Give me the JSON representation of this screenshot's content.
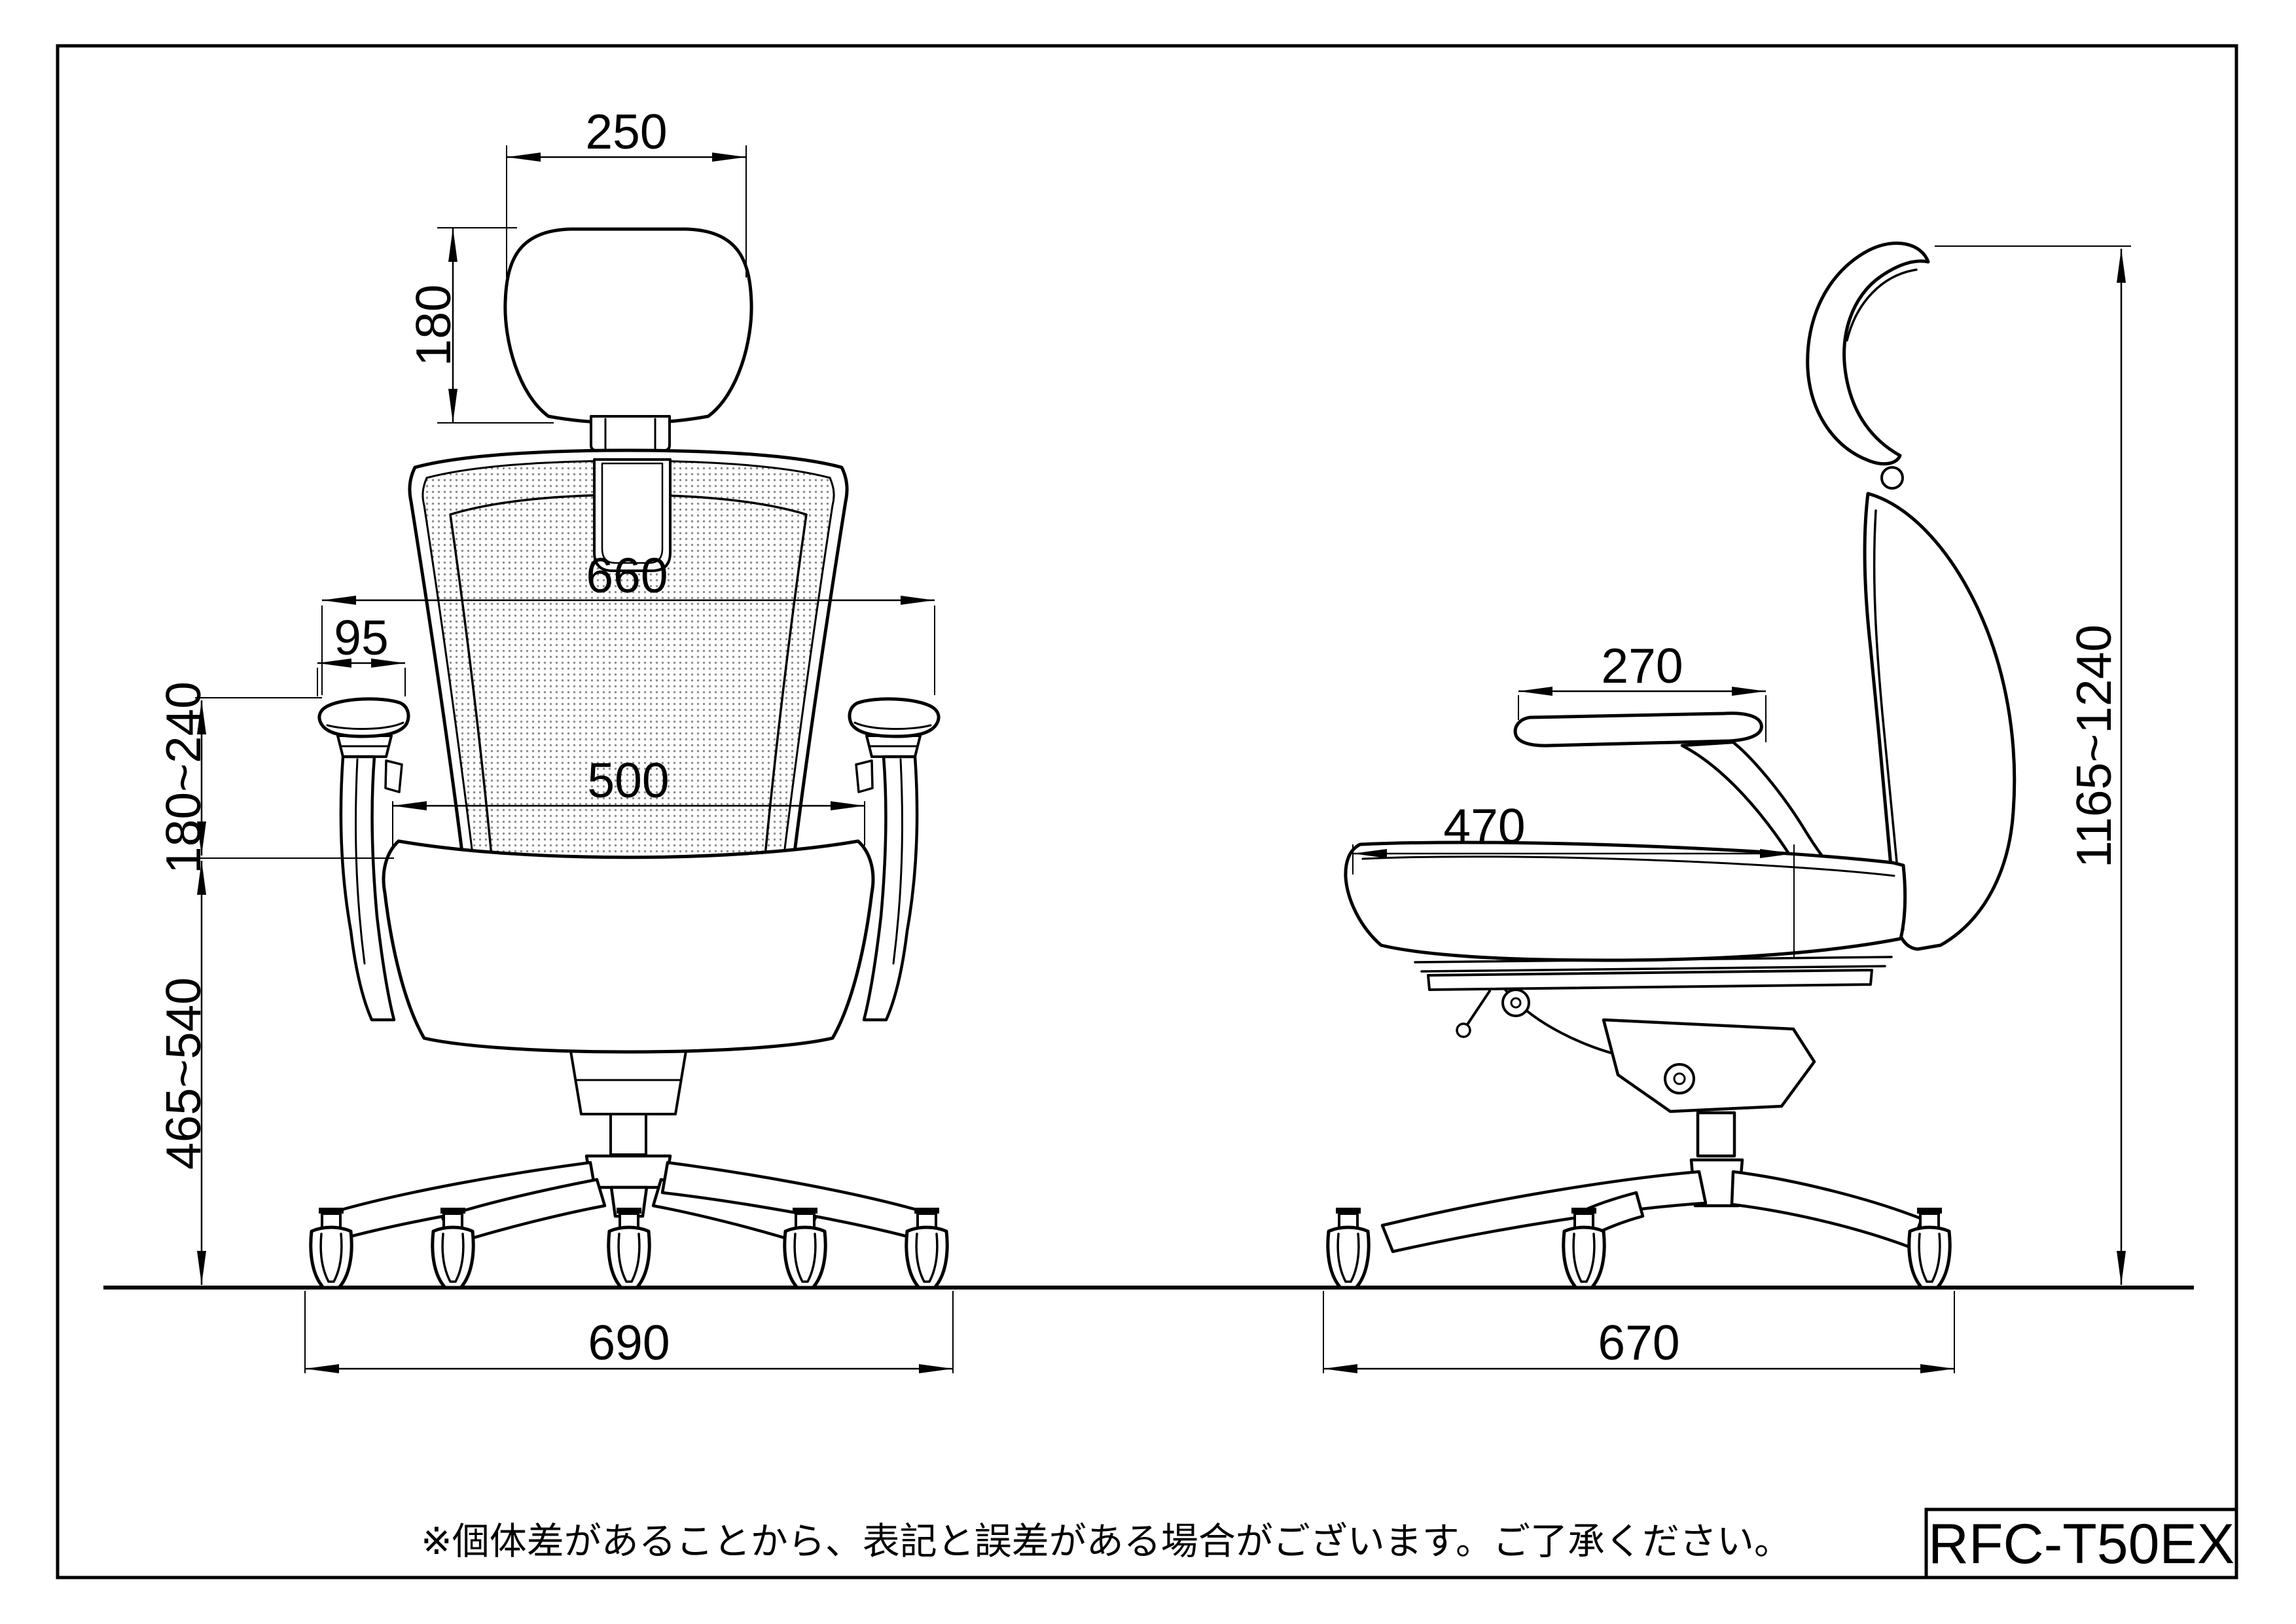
{
  "drawing": {
    "type": "technical-drawing",
    "subject": "office-chair two-view dimension drawing",
    "colors": {
      "line": "#000000",
      "background": "#ffffff",
      "mesh_dot": "#8e8e8e"
    },
    "dimensions": {
      "front": {
        "headrest_width": "250",
        "headrest_height": "180",
        "backrest_width": "660",
        "armrest_pad_width": "95",
        "seat_width": "500",
        "armrest_height_range": "180~240",
        "seat_height_range": "465~540",
        "base_width": "690"
      },
      "side": {
        "armrest_depth": "270",
        "seat_depth": "470",
        "overall_height_range": "1165~1240",
        "base_depth": "670"
      }
    },
    "footer": {
      "note": "※個体差があることから、表記と誤差がある場合がございます。ご了承ください。",
      "model": "RFC-T50EX"
    }
  }
}
